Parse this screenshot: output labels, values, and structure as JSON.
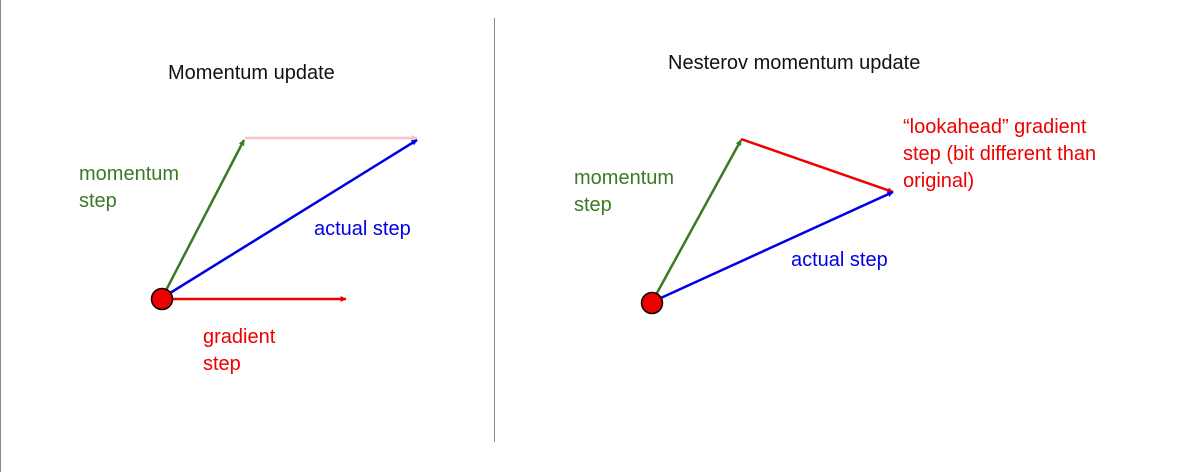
{
  "colors": {
    "momentum": "#3a7a23",
    "actual": "#0000e6",
    "gradient": "#ee0000",
    "faded_gradient": "#f4c6c6",
    "dot_fill": "#ee0000",
    "dot_stroke": "#000000",
    "text": "#111111"
  },
  "left_panel": {
    "title": "Momentum update",
    "momentum_label": [
      "momentum",
      "step"
    ],
    "actual_label": "actual step",
    "gradient_label": [
      "gradient",
      "step"
    ]
  },
  "right_panel": {
    "title": "Nesterov momentum update",
    "momentum_label": [
      "momentum",
      "step"
    ],
    "actual_label": "actual step",
    "lookahead_label": [
      "“lookahead” gradient",
      "step (bit different than",
      "original)"
    ]
  }
}
